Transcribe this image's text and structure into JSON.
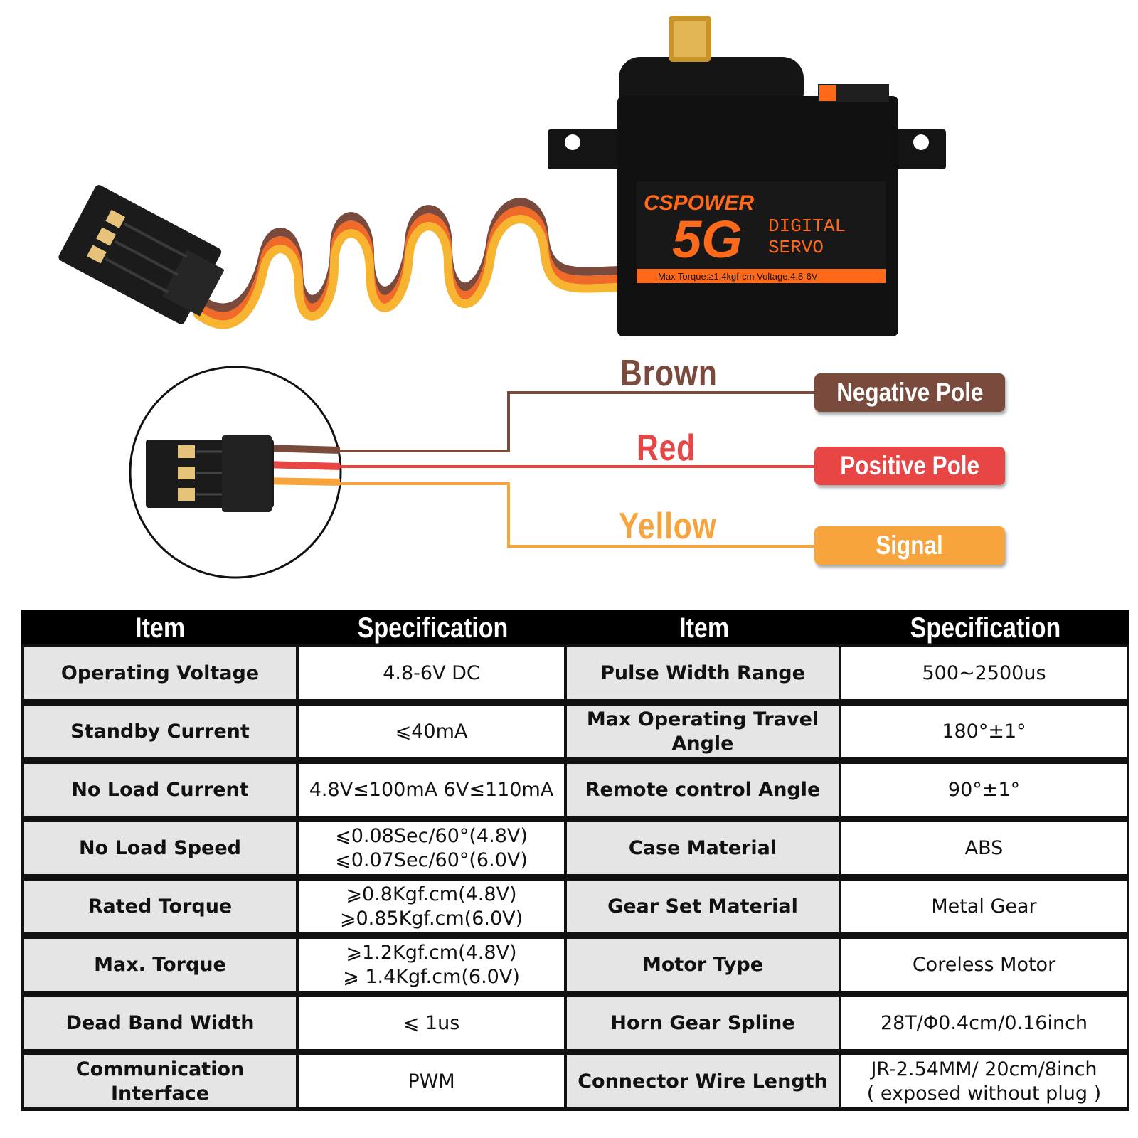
{
  "product": {
    "brand_logo_text": "CSPOWER",
    "model_text": "5G",
    "type_line1": "DIGITAL",
    "type_line2": "SERVO",
    "label_strip": "Max Torque:≥1.4kgf·cm  Voltage:4.8-6V"
  },
  "wiring": [
    {
      "color_name": "Brown",
      "pole": "Negative Pole",
      "color": "#7a4a3c",
      "pill_color": "#7a4a3c"
    },
    {
      "color_name": "Red",
      "pole": "Positive Pole",
      "color": "#e84545",
      "pill_color": "#e84545"
    },
    {
      "color_name": "Yellow",
      "pole": "Signal",
      "color": "#f7a43c",
      "pill_color": "#f7a43c"
    }
  ],
  "table": {
    "headers": [
      "Item",
      "Specification",
      "Item",
      "Specification"
    ],
    "rows": [
      {
        "item1": "Operating  Voltage",
        "spec1": "4.8-6V DC",
        "item2": "Pulse Width Range",
        "spec2": "500~2500us"
      },
      {
        "item1": "Standby Current",
        "spec1": "⩽40mA",
        "item2": "Max Operating Travel Angle",
        "spec2": "180°±1°"
      },
      {
        "item1": "No Load Current",
        "spec1": "4.8V≤100mA    6V≤110mA",
        "item2": "Remote control Angle",
        "spec2": "90°±1°"
      },
      {
        "item1": "No Load Speed",
        "spec1": "⩽0.08Sec/60°(4.8V)\n⩽0.07Sec/60°(6.0V)",
        "item2": "Case Material",
        "spec2": "ABS"
      },
      {
        "item1": "Rated Torque",
        "spec1": "⩾0.8Kgf.cm(4.8V)\n⩾0.85Kgf.cm(6.0V)",
        "item2": "Gear Set Material",
        "spec2": "Metal Gear"
      },
      {
        "item1": "Max. Torque",
        "spec1": "⩾1.2Kgf.cm(4.8V)\n⩾ 1.4Kgf.cm(6.0V)",
        "item2": "Motor Type",
        "spec2": "Coreless Motor"
      },
      {
        "item1": "Dead Band Width",
        "spec1": "⩽ 1us",
        "item2": "Horn Gear Spline",
        "spec2": "28T/Φ0.4cm/0.16inch"
      },
      {
        "item1": "Communication Interface",
        "spec1": "PWM",
        "item2": "Connector Wire Length",
        "spec2": "JR-2.54MM/ 20cm/8inch\n( exposed without plug )"
      }
    ]
  }
}
